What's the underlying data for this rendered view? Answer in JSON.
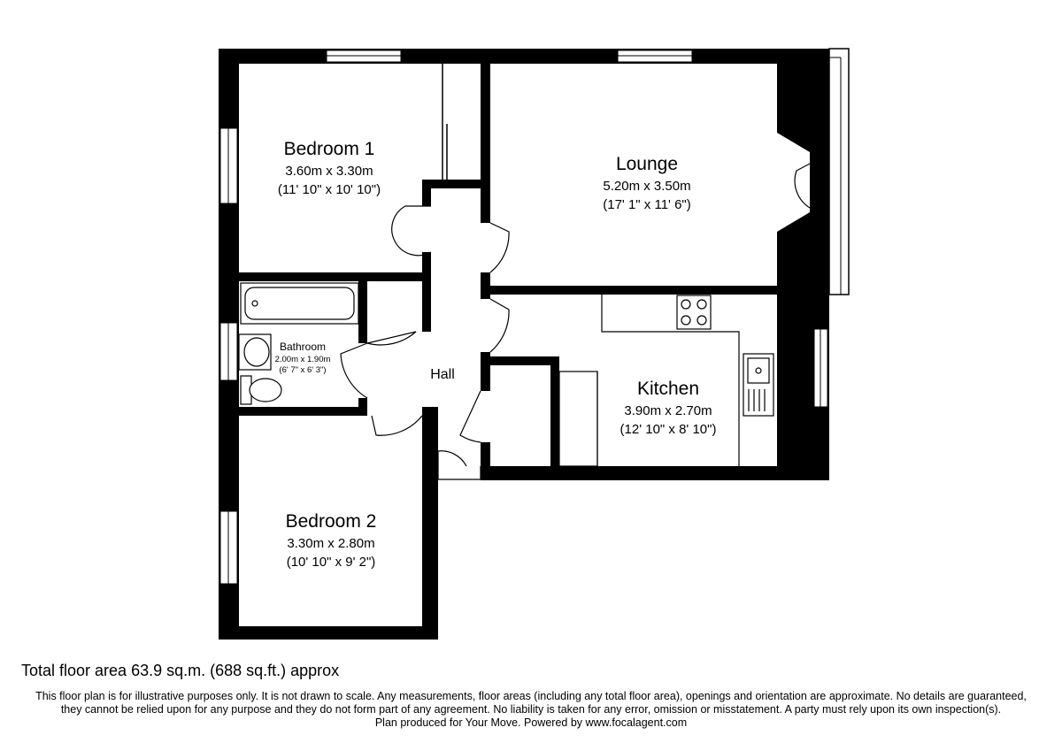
{
  "rooms": {
    "bedroom1": {
      "name": "Bedroom 1",
      "metric": "3.60m x 3.30m",
      "imperial": "(11' 10\" x 10' 10\")"
    },
    "lounge": {
      "name": "Lounge",
      "metric": "5.20m x 3.50m",
      "imperial": "(17' 1\" x 11' 6\")"
    },
    "bathroom": {
      "name": "Bathroom",
      "metric": "2.00m x 1.90m",
      "imperial": "(6' 7\" x 6' 3\")"
    },
    "hall": {
      "name": "Hall"
    },
    "kitchen": {
      "name": "Kitchen",
      "metric": "3.90m x 2.70m",
      "imperial": "(12' 10\" x 8' 10\")"
    },
    "bedroom2": {
      "name": "Bedroom 2",
      "metric": "3.30m x 2.80m",
      "imperial": "(10' 10\" x 9' 2\")"
    }
  },
  "total_area": "Total floor area 63.9 sq.m. (688 sq.ft.) approx",
  "disclaimer": {
    "line1": "This floor plan is for illustrative purposes only. It is not drawn to scale. Any measurements, floor areas (including any total floor area), openings and orientation are approximate. No details are guaranteed,",
    "line2": "they cannot be relied upon for any purpose and they do not form part of any agreement. No liability is taken for any error, omission or misstatement. A party must rely upon its own inspection(s).",
    "line3": "Plan produced for Your Move. Powered by www.focalagent.com"
  },
  "colors": {
    "wall": "#000000",
    "background": "#ffffff",
    "line": "#000000"
  }
}
